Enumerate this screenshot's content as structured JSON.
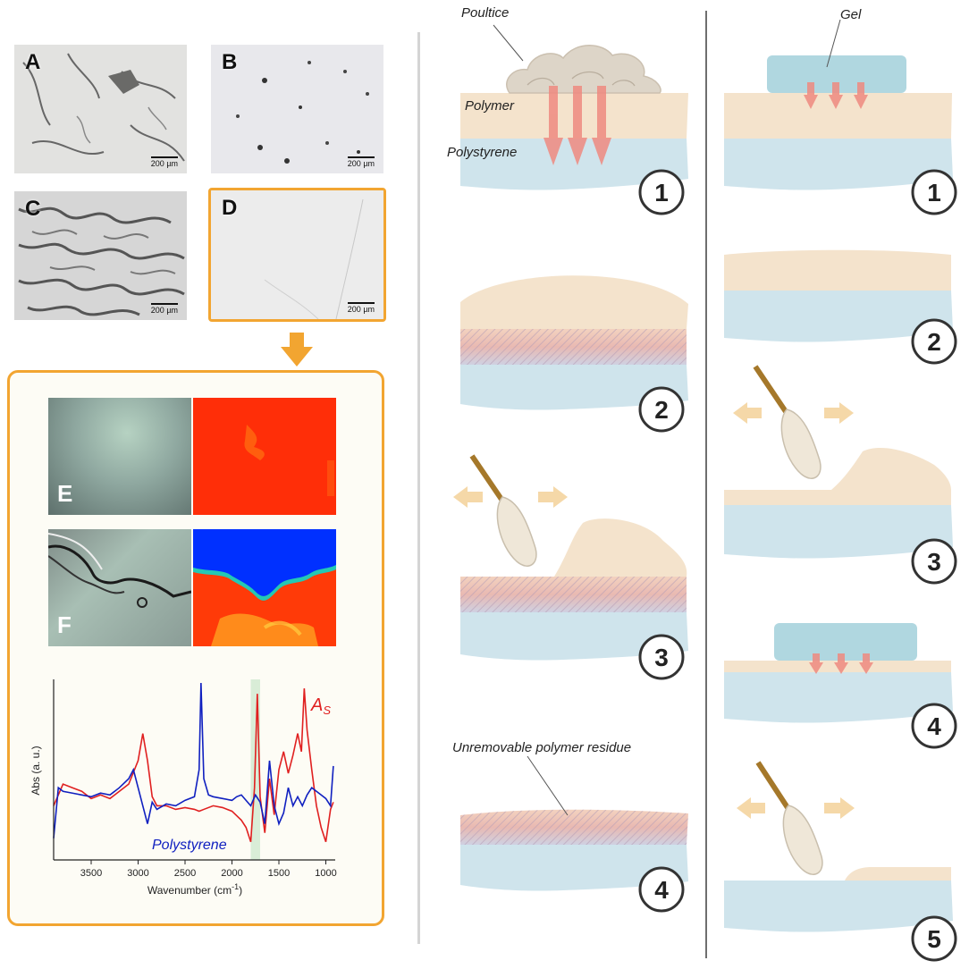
{
  "micrographs": [
    {
      "letter": "A",
      "scale": "200 µm"
    },
    {
      "letter": "B",
      "scale": "200 µm"
    },
    {
      "letter": "C",
      "scale": "200 µm"
    },
    {
      "letter": "D",
      "scale": "200 µm"
    }
  ],
  "imaging": {
    "row_e_letter": "E",
    "row_f_letter": "F"
  },
  "spectrum": {
    "ylabel": "Abs (a. u.)",
    "xlabel": "Wavenumber (cm",
    "xlabel_sup": "-1",
    "xlabel_end": ")",
    "series_red_label": "A",
    "series_red_sub": "S",
    "series_blue_label": "Polystyrene",
    "ticks": [
      "3500",
      "3000",
      "2500",
      "2000",
      "1500",
      "1000"
    ]
  },
  "chart_data": {
    "type": "line",
    "title": "",
    "xlabel": "Wavenumber (cm-1)",
    "ylabel": "Abs (a. u.)",
    "xlim": [
      3900,
      900
    ],
    "ylim": [
      0,
      1
    ],
    "highlight_band": [
      1800,
      1700
    ],
    "series": [
      {
        "name": "As",
        "color": "#e02020",
        "x": [
          3900,
          3800,
          3700,
          3600,
          3500,
          3400,
          3300,
          3200,
          3100,
          3000,
          2950,
          2900,
          2850,
          2800,
          2700,
          2600,
          2500,
          2400,
          2350,
          2300,
          2200,
          2100,
          2000,
          1900,
          1850,
          1800,
          1760,
          1730,
          1700,
          1650,
          1600,
          1550,
          1500,
          1450,
          1400,
          1350,
          1300,
          1260,
          1230,
          1200,
          1150,
          1100,
          1050,
          1000,
          950,
          920
        ],
        "y": [
          0.3,
          0.42,
          0.4,
          0.38,
          0.34,
          0.36,
          0.34,
          0.38,
          0.42,
          0.55,
          0.7,
          0.55,
          0.35,
          0.3,
          0.3,
          0.28,
          0.29,
          0.28,
          0.27,
          0.28,
          0.3,
          0.29,
          0.27,
          0.22,
          0.18,
          0.1,
          0.4,
          0.92,
          0.35,
          0.15,
          0.45,
          0.25,
          0.5,
          0.6,
          0.48,
          0.58,
          0.7,
          0.6,
          0.95,
          0.72,
          0.5,
          0.3,
          0.18,
          0.1,
          0.28,
          0.32
        ]
      },
      {
        "name": "Polystyrene",
        "color": "#1020c0",
        "x": [
          3900,
          3850,
          3800,
          3700,
          3600,
          3500,
          3400,
          3300,
          3200,
          3100,
          3050,
          3000,
          2950,
          2900,
          2850,
          2800,
          2700,
          2600,
          2500,
          2400,
          2350,
          2330,
          2300,
          2250,
          2200,
          2100,
          2000,
          1950,
          1900,
          1850,
          1800,
          1750,
          1700,
          1650,
          1600,
          1550,
          1500,
          1450,
          1400,
          1350,
          1300,
          1250,
          1200,
          1150,
          1100,
          1050,
          1000,
          950,
          920
        ],
        "y": [
          0.12,
          0.4,
          0.38,
          0.37,
          0.36,
          0.35,
          0.37,
          0.36,
          0.4,
          0.45,
          0.5,
          0.4,
          0.3,
          0.2,
          0.32,
          0.28,
          0.31,
          0.3,
          0.33,
          0.35,
          0.5,
          0.98,
          0.45,
          0.36,
          0.35,
          0.34,
          0.33,
          0.35,
          0.36,
          0.33,
          0.3,
          0.36,
          0.32,
          0.2,
          0.55,
          0.3,
          0.2,
          0.26,
          0.4,
          0.3,
          0.35,
          0.3,
          0.36,
          0.4,
          0.38,
          0.36,
          0.34,
          0.3,
          0.52
        ]
      }
    ]
  },
  "diagram_left": {
    "poultice": "Poultice",
    "polymer": "Polymer",
    "polystyrene": "Polystyrene",
    "residue": "Unremovable polymer residue",
    "steps": [
      "1",
      "2",
      "3",
      "4"
    ]
  },
  "diagram_right": {
    "gel": "Gel",
    "steps": [
      "1",
      "2",
      "3",
      "4",
      "5"
    ]
  }
}
